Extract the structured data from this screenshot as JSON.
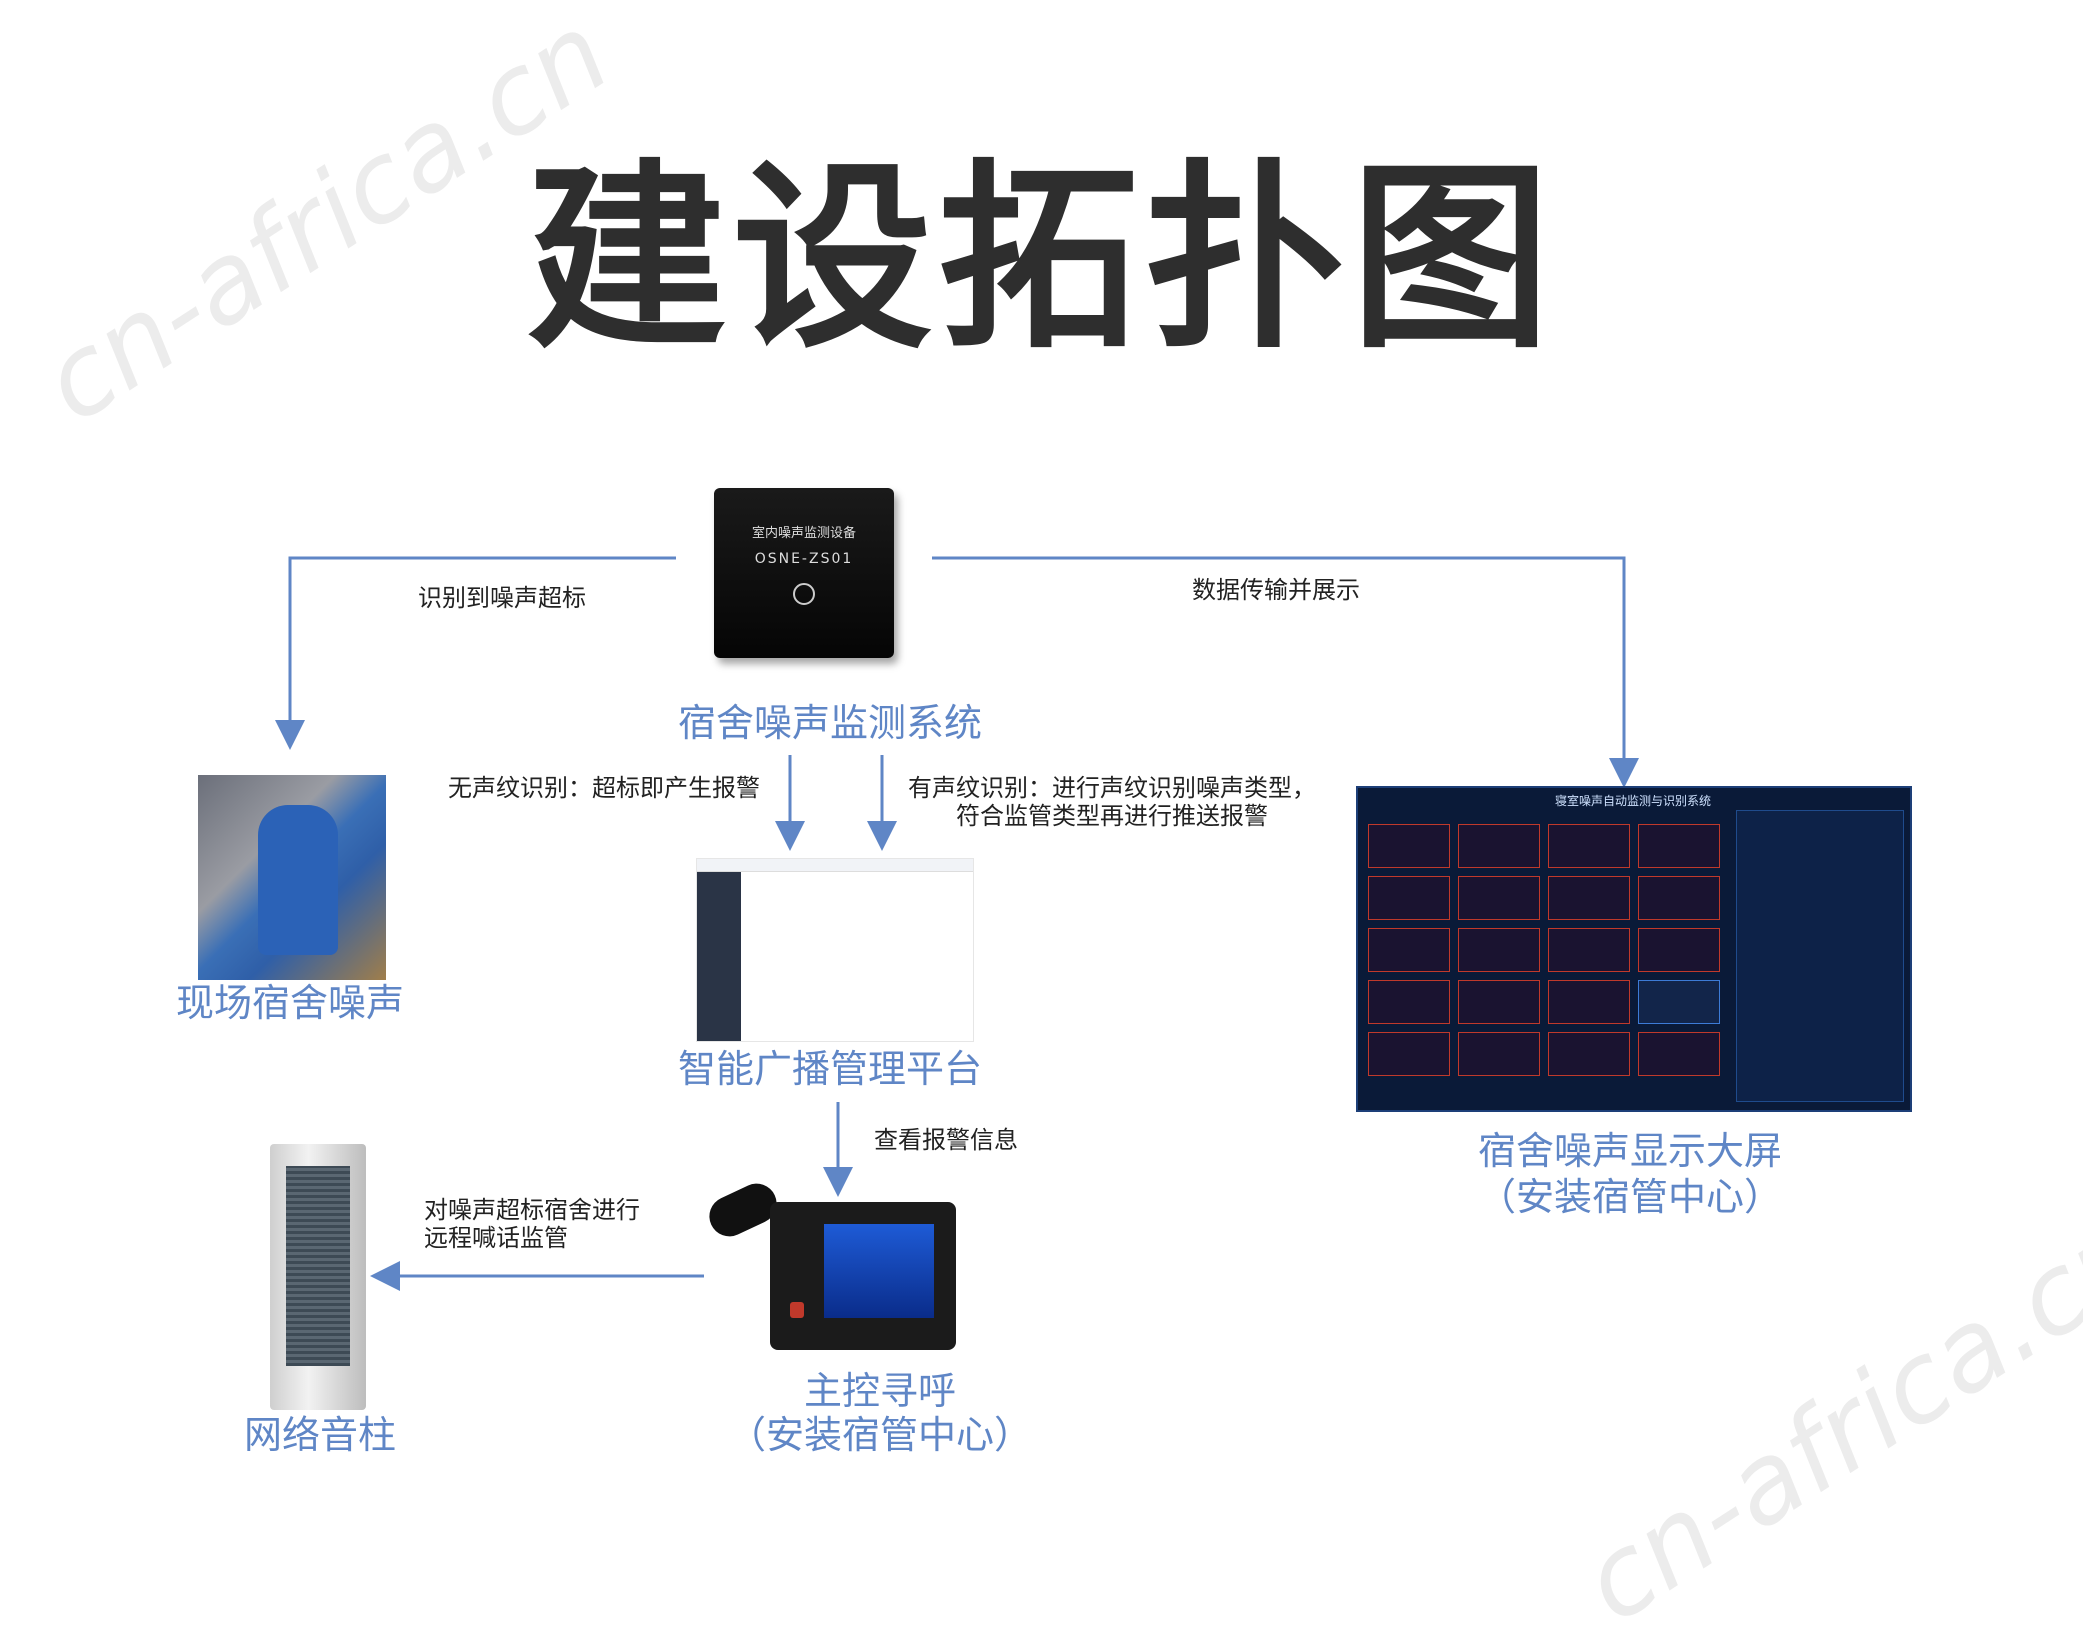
{
  "title": "建设拓扑图",
  "watermark": "cn-africa.cn",
  "device": {
    "line1": "室内噪声监测设备",
    "line2": "OSNE-ZS01"
  },
  "nodes": {
    "monitor_system": "宿舍噪声监测系统",
    "onsite_noise": "现场宿舍噪声",
    "platform": "智能广播管理平台",
    "big_screen_line1": "宿舍噪声显示大屏",
    "big_screen_line2": "（安装宿管中心）",
    "speaker": "网络音柱",
    "paging_line1": "主控寻呼",
    "paging_line2": "（安装宿管中心）"
  },
  "edges": {
    "noise_exceed": "识别到噪声超标",
    "data_transfer": "数据传输并展示",
    "no_voiceprint": "无声纹识别：超标即产生报警",
    "voiceprint_line1": "有声纹识别：进行声纹识别噪声类型，",
    "voiceprint_line2": "符合监管类型再进行推送报警",
    "view_alarm": "查看报警信息",
    "remote_line1": "对噪声超标宿舍进行",
    "remote_line2": "远程喊话监管"
  },
  "big_screen": {
    "header": "寝室噪声自动监测与识别系统"
  },
  "colors": {
    "arrow": "#5f86c6",
    "node_label": "#5f86c6",
    "title": "#2e2e2e"
  }
}
